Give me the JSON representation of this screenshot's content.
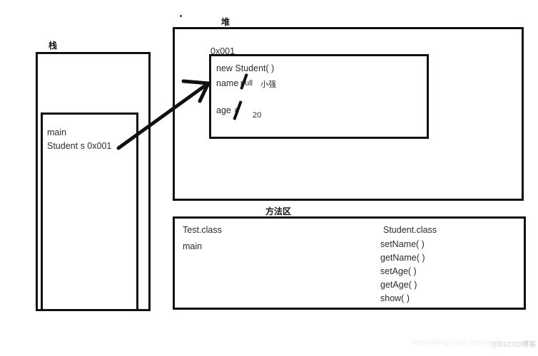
{
  "diagram": {
    "title_note": "JVM memory model diagram: stack, heap, method area",
    "stack": {
      "label": "栈",
      "frame": {
        "method_name": "main",
        "variable_line": "Student s   0x001"
      }
    },
    "heap": {
      "label": "堆",
      "object": {
        "address": "0x001",
        "constructor": "new Student( )",
        "fields": [
          {
            "name": "name",
            "old_value": "null",
            "new_value": "小强",
            "struck": true
          },
          {
            "name": "age",
            "old_value": "0",
            "new_value": "20",
            "struck": true
          }
        ]
      }
    },
    "method_area": {
      "label": "方法区",
      "classes": [
        {
          "name": "Test.class",
          "members": [
            "main"
          ]
        },
        {
          "name": "Student.class",
          "members": [
            "setName( )",
            "getName( )",
            "setAge( )",
            "getAge( )",
            "show( )"
          ]
        }
      ]
    },
    "arrow": {
      "name": "reference-arrow",
      "from_label": "0x001 in stack frame",
      "to_label": "object box in heap"
    }
  },
  "watermark": {
    "url": "https://blog.csdn.net/weixin",
    "brand": "@51CTO博客"
  },
  "colors": {
    "ink": "#111111",
    "text": "#2b2b2b",
    "background": "#ffffff"
  }
}
